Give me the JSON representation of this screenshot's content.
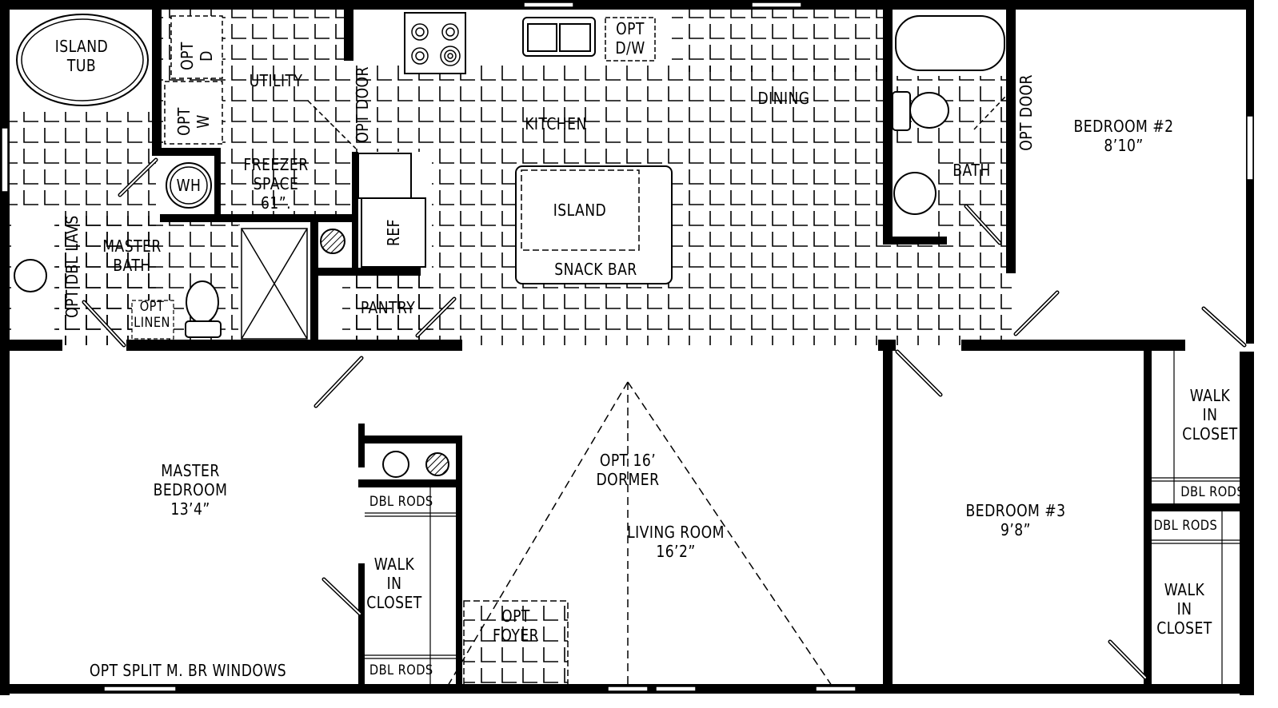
{
  "plan": {
    "rooms": {
      "master_bedroom": {
        "name": "MASTER BEDROOM",
        "line1": "MASTER",
        "line2": "BEDROOM",
        "size": "13’4”"
      },
      "master_bath": {
        "line1": "MASTER",
        "line2": "BATH"
      },
      "utility": {
        "name": "UTILITY"
      },
      "kitchen": {
        "name": "KITCHEN"
      },
      "dining": {
        "name": "DINING"
      },
      "pantry": {
        "name": "PANTRY"
      },
      "bath": {
        "name": "BATH"
      },
      "bedroom2": {
        "name": "BEDROOM #2",
        "size": "8’10”"
      },
      "bedroom3": {
        "name": "BEDROOM #3",
        "size": "9’8”"
      },
      "living_room": {
        "name": "LIVING ROOM",
        "size": "16’2”"
      },
      "master_closet": {
        "line1": "WALK",
        "line2": "IN",
        "line3": "CLOSET"
      },
      "bed2_closet": {
        "line1": "WALK",
        "line2": "IN",
        "line3": "CLOSET"
      },
      "bed3_closet": {
        "line1": "WALK",
        "line2": "IN",
        "line3": "CLOSET"
      }
    },
    "fixtures": {
      "island_tub": {
        "line1": "ISLAND",
        "line2": "TUB"
      },
      "opt_dryer": {
        "line1": "OPT",
        "line2": "D"
      },
      "opt_washer": {
        "line1": "OPT",
        "line2": "W"
      },
      "water_heater": "WH",
      "freezer": {
        "line1": "FREEZER",
        "line2": "SPACE",
        "line3": "61”."
      },
      "refrigerator": "REF",
      "island": "ISLAND",
      "snack_bar": "SNACK BAR",
      "opt_dishwasher": {
        "line1": "OPT",
        "line2": "D/W"
      },
      "opt_linen": {
        "line1": "OPT",
        "line2": "LINEN"
      },
      "opt_dbl_lavs": "OPT DBL LAVS",
      "opt_door_utility": "OPT DOOR",
      "opt_door_bath": "OPT DOOR",
      "dbl_rods": "DBL RODS"
    },
    "options": {
      "dormer": {
        "line1": "OPT 16’",
        "line2": "DORMER"
      },
      "foyer": {
        "line1": "OPT",
        "line2": "FOYER"
      },
      "split_windows": "OPT SPLIT M. BR WINDOWS"
    },
    "colors": {
      "wall": "#000000",
      "background": "#ffffff"
    }
  }
}
